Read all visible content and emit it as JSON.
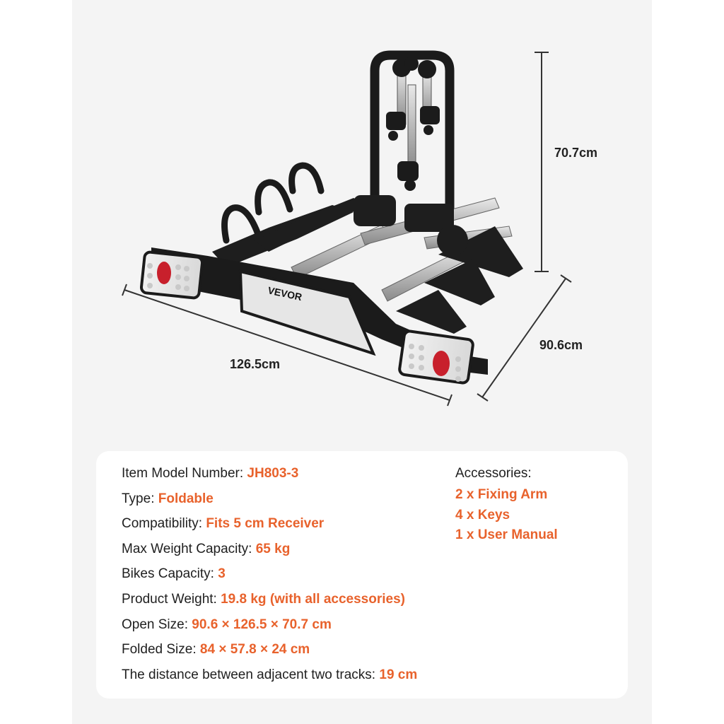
{
  "product": {
    "brand_logo": "VEVOR",
    "dimensions": {
      "height": "70.7cm",
      "depth": "90.6cm",
      "width": "126.5cm"
    }
  },
  "specs": [
    {
      "label": "Item Model Number: ",
      "value": "JH803-3"
    },
    {
      "label": "Type: ",
      "value": "Foldable"
    },
    {
      "label": "Compatibility: ",
      "value": "Fits 5 cm Receiver"
    },
    {
      "label": "Max Weight Capacity: ",
      "value": "65 kg"
    },
    {
      "label": "Bikes Capacity: ",
      "value": "3"
    },
    {
      "label": "Product Weight: ",
      "value": "19.8 kg (with all accessories)"
    },
    {
      "label": "Open Size: ",
      "value": "90.6 × 126.5 × 70.7 cm"
    },
    {
      "label": "Folded Size: ",
      "value": "84 × 57.8 × 24 cm"
    },
    {
      "label": "The distance between adjacent two tracks: ",
      "value": "19 cm"
    }
  ],
  "accessories": {
    "title": "Accessories:",
    "items": [
      "2 x Fixing Arm",
      "4 x Keys",
      "1 x User Manual"
    ]
  },
  "colors": {
    "accent": "#e8622c",
    "text": "#1f1f1f",
    "background": "#f4f4f4",
    "card": "#ffffff"
  }
}
